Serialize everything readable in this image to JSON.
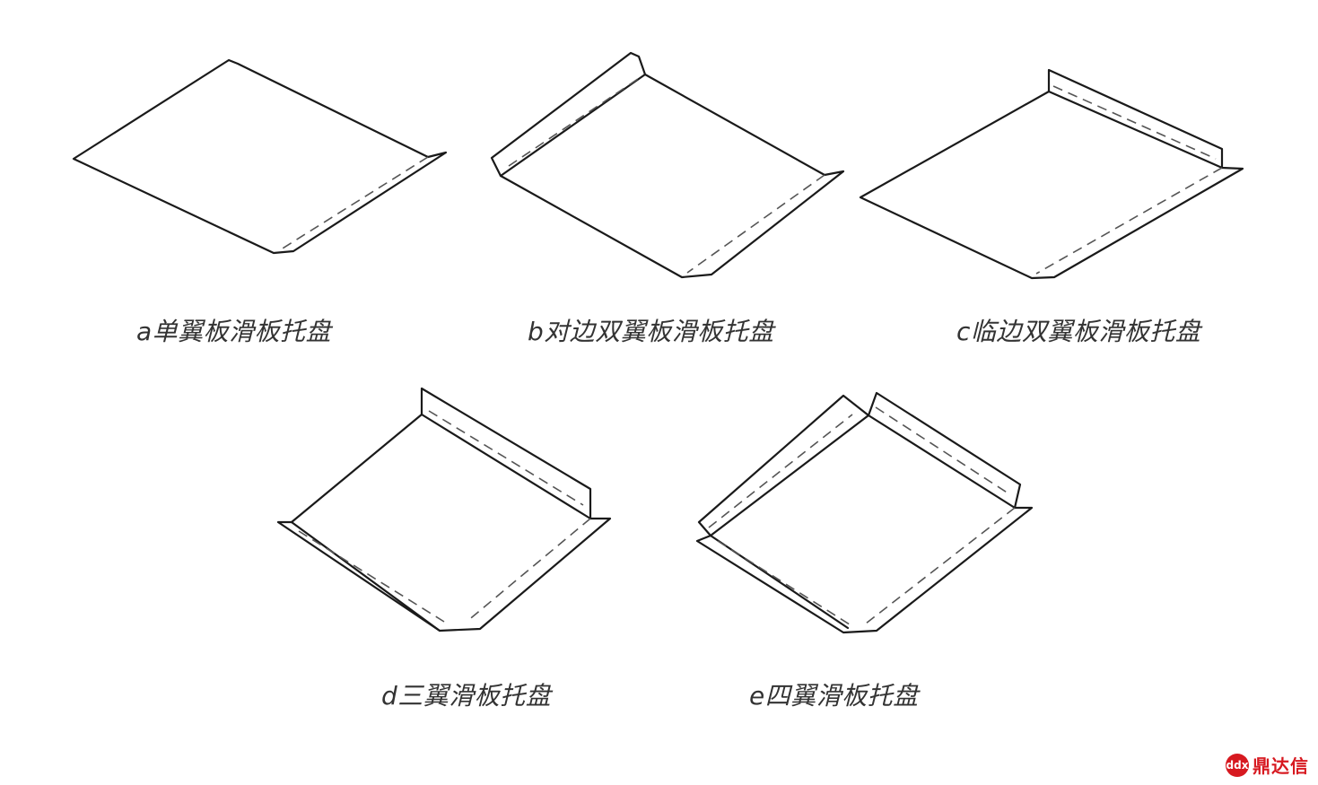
{
  "figures": [
    {
      "id": "a",
      "caption": "a单翼板滑板托盘"
    },
    {
      "id": "b",
      "caption": "b对边双翼板滑板托盘"
    },
    {
      "id": "c",
      "caption": "c临边双翼板滑板托盘"
    },
    {
      "id": "d",
      "caption": "d三翼滑板托盘"
    },
    {
      "id": "e",
      "caption": "e四翼滑板托盘"
    }
  ],
  "brand": {
    "mark": "ddx",
    "text": "鼎达信",
    "color": "#d71920"
  }
}
